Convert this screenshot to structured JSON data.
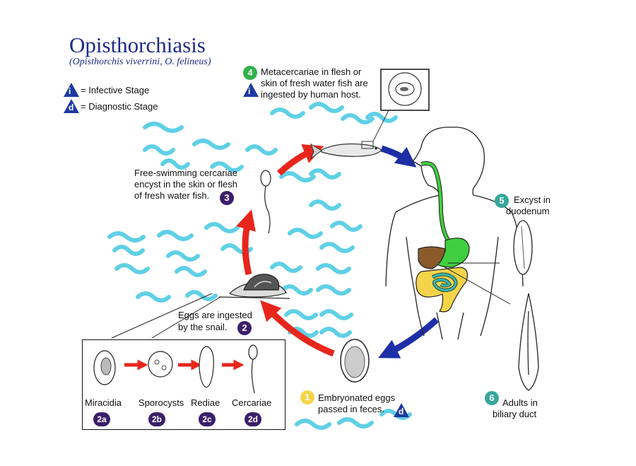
{
  "title": "Opisthorchiasis",
  "subtitle": "(Opisthorchis viverrini, O. felineus)",
  "legend": {
    "infective_letter": "i",
    "infective_label": "= Infective Stage",
    "diagnostic_letter": "d",
    "diagnostic_label": "= Diagnostic Stage"
  },
  "steps": {
    "step1": {
      "num": "1",
      "line1": "Embryonated eggs",
      "line2": "passed in feces."
    },
    "step2": {
      "num": "2",
      "line1": "Eggs are ingested",
      "line2": "by the snail."
    },
    "step3": {
      "num": "3",
      "line1": "Free-swimming cercariae",
      "line2": "encyst in the skin or flesh",
      "line3": "of fresh water fish."
    },
    "step4": {
      "num": "4",
      "line1": "Metacercariae in flesh or",
      "line2": "skin of fresh water fish are",
      "line3": "ingested by human host."
    },
    "step5": {
      "num": "5",
      "line1": "Excyst in",
      "line2": "duodenum"
    },
    "step6": {
      "num": "6",
      "line1": "Adults in",
      "line2": "biliary duct"
    }
  },
  "snail_stages": [
    {
      "label": "Miracidia",
      "badge": "2a"
    },
    {
      "label": "Sporocysts",
      "badge": "2b"
    },
    {
      "label": "Rediae",
      "badge": "2c"
    },
    {
      "label": "Cercariae",
      "badge": "2d"
    }
  ],
  "colors": {
    "title": "#1e2a8c",
    "water": "#5fd0e6",
    "red_arrow": "#e8261c",
    "blue_arrow": "#1e2fa6",
    "step_badge_green": "#2fb24a",
    "step_badge_teal": "#37a79b",
    "step_badge_yellow": "#f5d44a",
    "step_badge_purple": "#3b1f6a"
  }
}
